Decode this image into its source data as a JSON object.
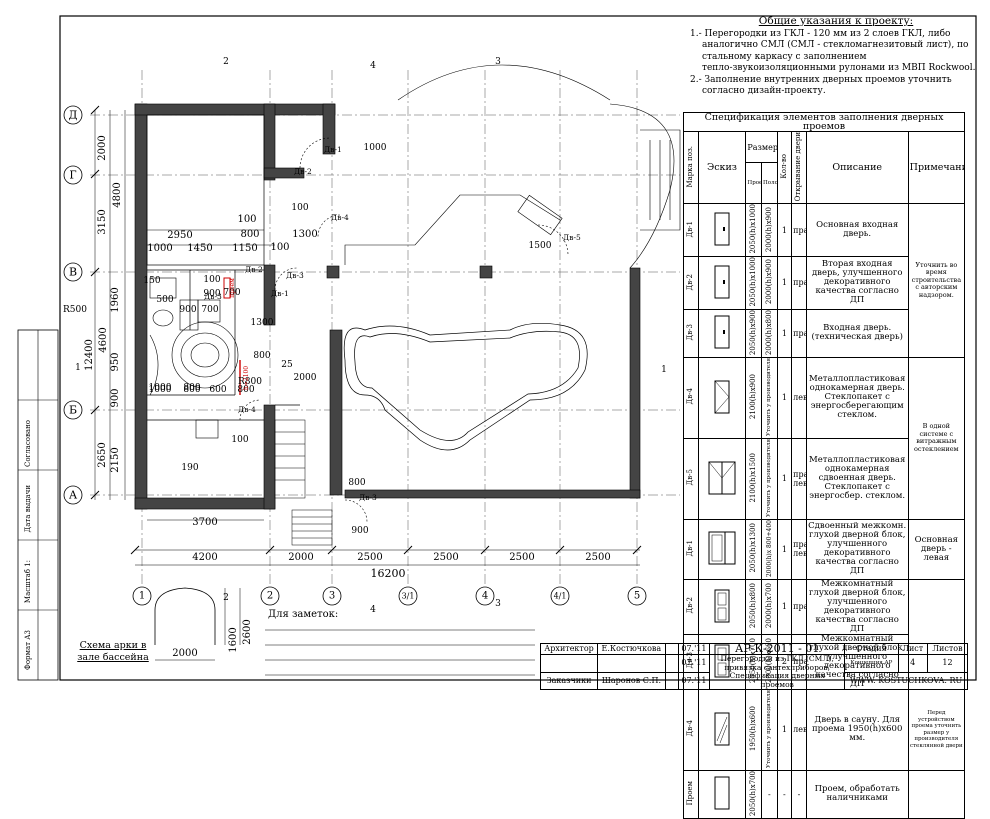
{
  "notes": {
    "title": "Общие указания к проекту:",
    "lines": [
      "1.- Перегородки из ГКЛ - 120 мм из 2 слоев ГКЛ, либо",
      "аналогично СМЛ (СМЛ - стекломагнезитовый лист), по",
      "стальному каркасу с заполнением",
      "тепло-звукоизоляционными рулонами из МВП Rockwool.",
      "2.- Заполнение внутренних дверных проемов уточнить",
      "согласно дизайн-проекту."
    ]
  },
  "spec": {
    "title": "Спецификация элементов заполнения дверных проемов",
    "headers": {
      "mark": "Марка поз.",
      "sketch": "Эскиз",
      "sizes": "Размеры",
      "opening": "Проема",
      "leaf": "Полотна",
      "qty": "Кол-во",
      "hand": "Открывание двери",
      "description": "Описание",
      "remarks": "Примечания"
    },
    "rows": [
      {
        "mark": "Дв-1",
        "opening": "2050(h)x1000",
        "leaf": "2000(h)x900",
        "qty": "1",
        "hand": "прав.",
        "description": "Основная входная дверь."
      },
      {
        "mark": "Дв-2",
        "opening": "2050(h)x1000",
        "leaf": "2000(h)x900",
        "qty": "1",
        "hand": "прав.",
        "description": "Вторая входная дверь, улучшенного декоративного качества согласно ДП"
      },
      {
        "mark": "Дв-3",
        "opening": "2050(h)x900",
        "leaf": "2000(h)x800",
        "qty": "1",
        "hand": "прав.",
        "description": "Входная дверь. (техническая дверь)"
      },
      {
        "mark": "Дв-4",
        "opening": "2100(h)x900",
        "leaf": "Уточнить у производителя",
        "qty": "1",
        "hand": "лев.",
        "description": "Металлопластиковая однокамерная дверь. Стеклопакет с энергосберегающим стеклом."
      },
      {
        "mark": "Дв-5",
        "opening": "2100(h)x1500",
        "leaf": "Уточнить у производителя",
        "qty": "1",
        "hand": "прав. лев",
        "description": "Металлопластиковая однокамерная сдвоенная дверь. Стеклопакет с энергосбер. стеклом."
      },
      {
        "mark": "Дв-1",
        "opening": "2050(h)x1300",
        "leaf": "2000(h)x 800+400",
        "qty": "1",
        "hand": "прав. лев",
        "description": "Сдвоенный межкомн. глухой дверной блок, улучшенного декоративного качества согласно ДП"
      },
      {
        "mark": "Дв-2",
        "opening": "2050(h)x800",
        "leaf": "2000(h)x700",
        "qty": "1",
        "hand": "прав.",
        "description": "Межкомнатный глухой дверной блок, улучшенного декоративного качества согласно ДП"
      },
      {
        "mark": "Дв-3",
        "opening": "2050(h)x700",
        "leaf": "2000(h)x600",
        "qty": "2",
        "hand": "прав.",
        "description": "Межкомнатный глухой дверной блок, улучшенного декоративного качества согласно ДП"
      },
      {
        "mark": "Дв-4",
        "opening": "1950(h)x600",
        "leaf": "Уточнить у производителя",
        "qty": "1",
        "hand": "лев.",
        "description": "Дверь в сауну. Для проема 1950(h)x600 мм."
      },
      {
        "mark": "Проем",
        "opening": "2050(h)x700",
        "leaf": "-",
        "qty": "-",
        "hand": "-",
        "description": "Проем, обработать наличниками"
      }
    ],
    "remarks": [
      "Уточнить во время строительства с авторским надзором.",
      "В одной системе с витражным остеклением",
      "Основная дверь - левая",
      "Перед устройством проема уточнить размер у производителя стеклянной двери"
    ]
  },
  "plan": {
    "axes_rows": [
      "Д",
      "Г",
      "В",
      "Б",
      "А"
    ],
    "axes_cols": [
      "1",
      "2",
      "3",
      "3/1",
      "4",
      "4/1",
      "5"
    ],
    "top_dims": [
      "2950",
      "1000",
      "1450",
      "1150",
      "100",
      "800",
      "1300",
      "100"
    ],
    "left_dims_inner": [
      "2000",
      "3150",
      "1960",
      "950",
      "900",
      "2150"
    ],
    "left_dims_outer": [
      "4800",
      "12400",
      "4600",
      "2650"
    ],
    "bottom_dims": [
      "4200",
      "2000",
      "2500",
      "2500",
      "2500",
      "2500"
    ],
    "bottom_total": "16200",
    "inner_dims": [
      "1000",
      "800",
      "900",
      "150",
      "500",
      "700",
      "100",
      "900",
      "700",
      "1300",
      "800",
      "25",
      "2000",
      "R800",
      "1000",
      "800",
      "600",
      "800",
      "100",
      "190",
      "3700",
      "900",
      "1500",
      "1000",
      "R500",
      "800",
      "100"
    ],
    "door_tags": [
      "Дв-1",
      "Дв-2",
      "Дв-3",
      "Дв-4",
      "Дв-5",
      "Дв-1",
      "Дв-2",
      "Дв-3",
      "Дв-4",
      "Дв-3"
    ],
    "section_marks": [
      "2",
      "4",
      "3",
      "1",
      "1",
      "2",
      "4",
      "3"
    ],
    "red_marks": [
      "проем",
      "h=2100"
    ]
  },
  "arch": {
    "caption": "Схема арки в зале бассейна",
    "width": "2000",
    "height_total": "2600",
    "height_part": "1600"
  },
  "memo_label": "Для заметок:",
  "side_labels": [
    "Согласовано",
    "Дата выдачи",
    "Масштаб 1:",
    "Формат А3"
  ],
  "title_block": {
    "architect_role": "Архитектор",
    "architect_name": "Е.Костючкова",
    "client_role": "Заказчики",
    "client_name": "Шаронов С.П.",
    "date": "07.'11",
    "code": "АР-К-2011 - 01",
    "desc": "Перегородки из ГКЛ (СМЛ), привязка сантехприборов, Спецификация дверных проемов",
    "stage_h": "Стадия",
    "sheet_h": "Лист",
    "sheets_h": "Листов",
    "stage": "Концепция АР",
    "sheet": "4",
    "sheets": "12",
    "site": "WWW. KOSTUCHKOVA. RU"
  }
}
